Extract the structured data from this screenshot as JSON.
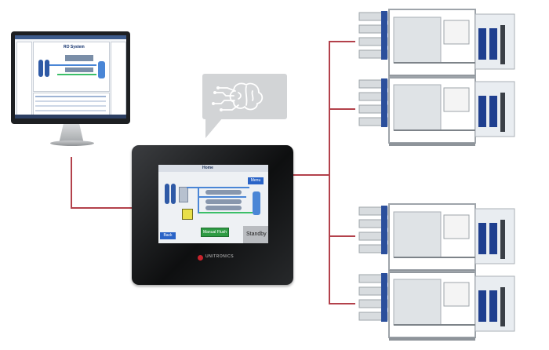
{
  "monitor": {
    "title": "RO System"
  },
  "hmi": {
    "screen_title": "Home",
    "manual_flush_label": "Manual Flush",
    "standby_label": "Standby",
    "corner_top_right": "Menu",
    "corner_bottom_left": "Back",
    "brand": "UNITRONICS"
  },
  "icons": {
    "bubble": "brain-circuit-icon"
  },
  "colors": {
    "connector": "#b3414b",
    "flush_green": "#2e9b43",
    "button_blue": "#2a64c7"
  }
}
